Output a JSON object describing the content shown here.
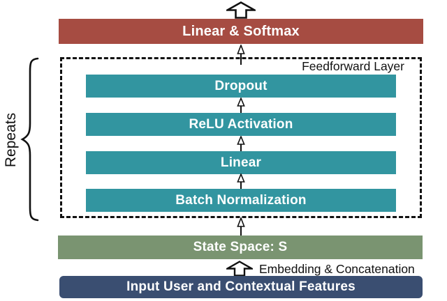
{
  "palette": {
    "output_block": "#a64c42",
    "ff_block": "#3295a0",
    "state_block": "#7a9471",
    "input_block": "#3a4e71",
    "stroke": "#111111"
  },
  "output_block": {
    "label": "Linear & Softmax"
  },
  "feedforward": {
    "title": "Feedforward Layer",
    "blocks": [
      {
        "label": "Dropout"
      },
      {
        "label": "ReLU Activation"
      },
      {
        "label": "Linear"
      },
      {
        "label": "Batch Normalization"
      }
    ]
  },
  "repeats": {
    "label": "Repeats"
  },
  "state_block": {
    "label": "State Space: S"
  },
  "embedding": {
    "label": "Embedding & Concatenation"
  },
  "input_block": {
    "label": "Input User and Contextual Features"
  }
}
